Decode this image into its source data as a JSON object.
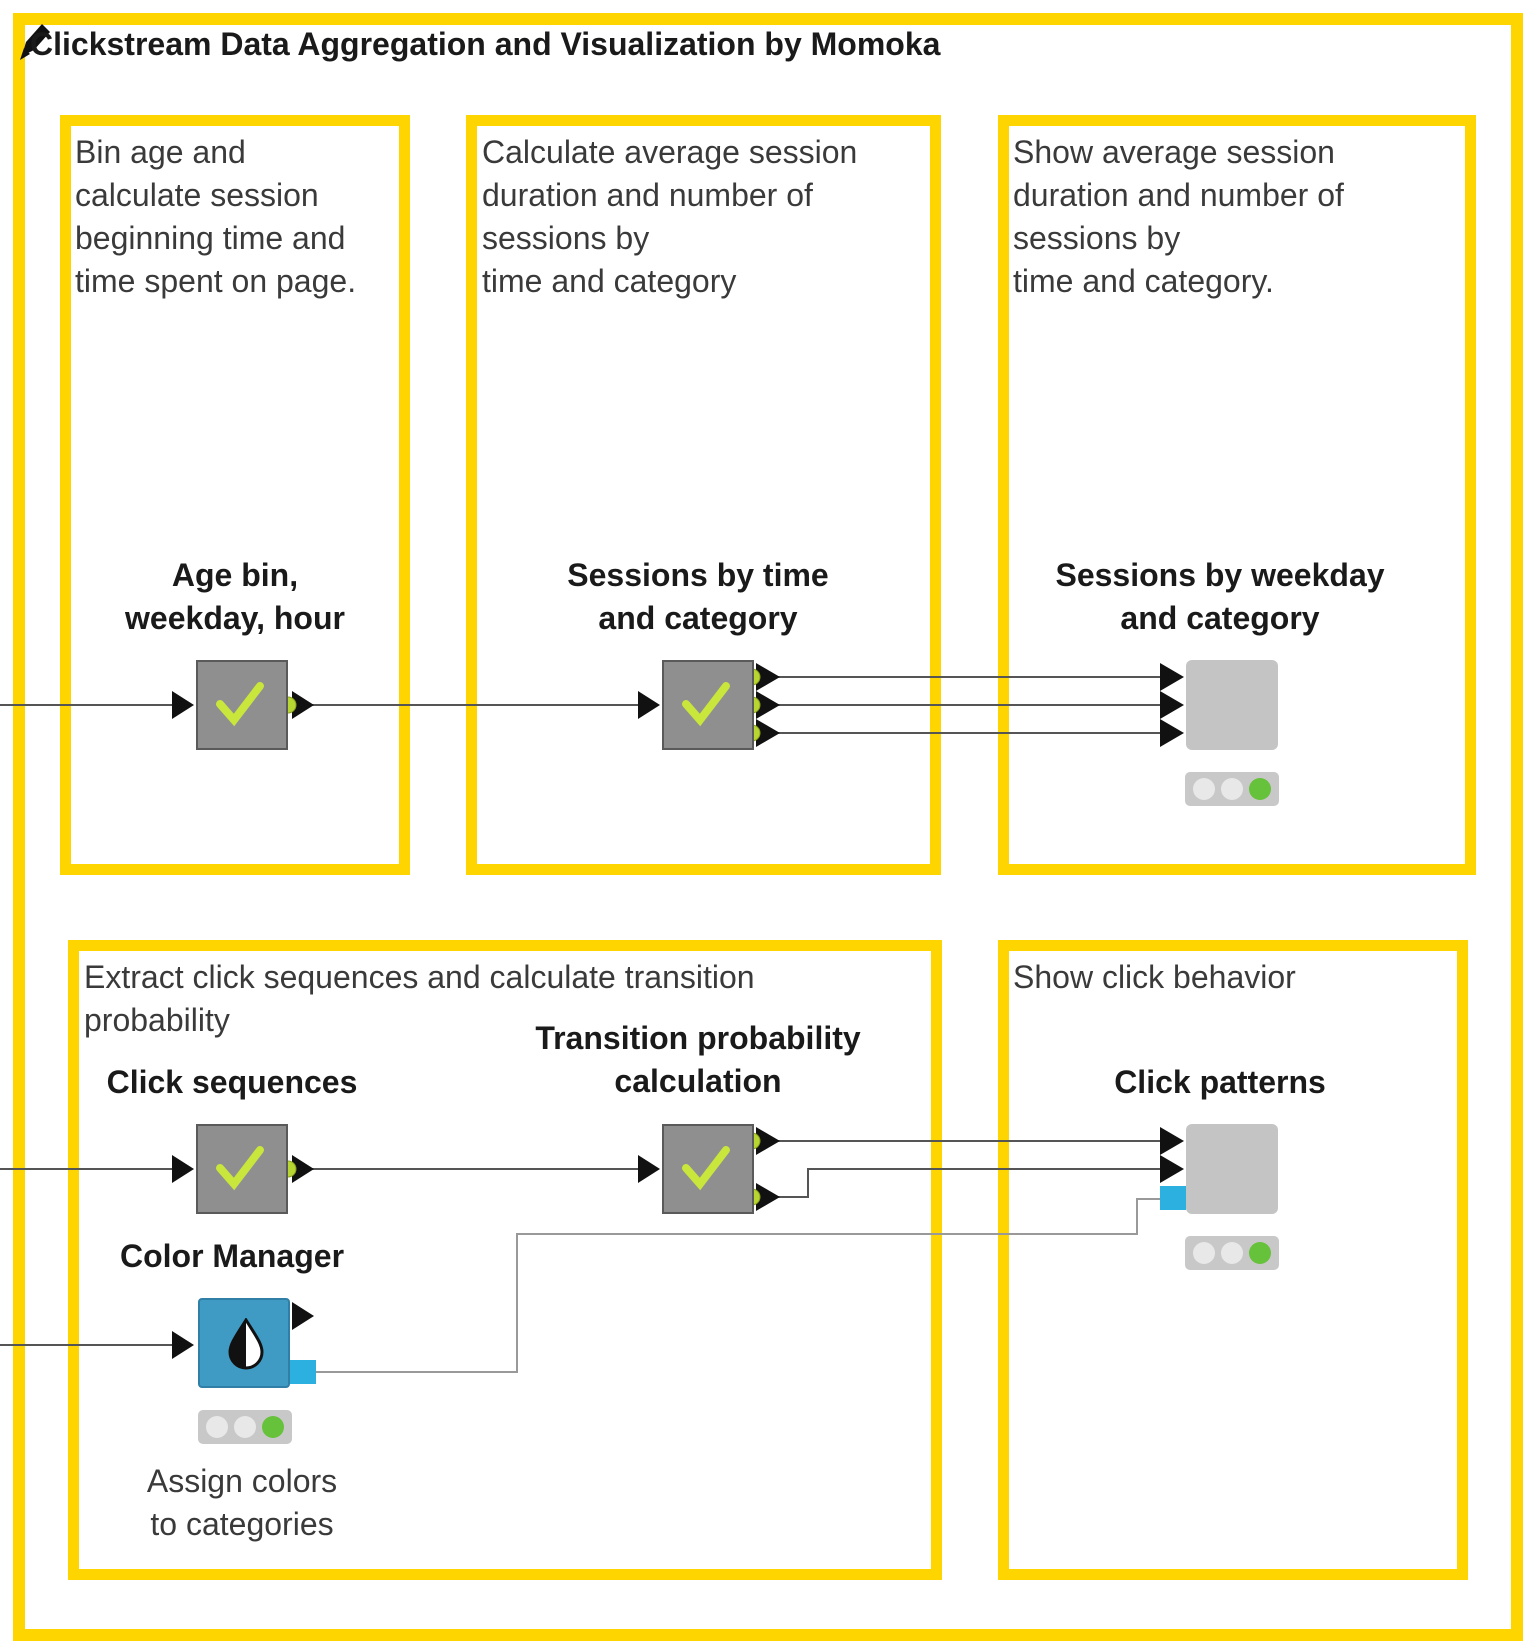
{
  "workflow": {
    "title": "Clickstream Data Aggregation and Visualization by Momoka"
  },
  "annotations": {
    "bin_age": [
      "Bin age and",
      "calculate session",
      "beginning time and",
      "time spent on page."
    ],
    "avg_session": [
      "Calculate average session",
      "duration and number of",
      "sessions by",
      "time and category"
    ],
    "show_avg": [
      "Show average session",
      "duration and number of",
      "sessions by",
      "time and category."
    ],
    "click_seq": [
      "Extract click sequences and calculate transition",
      "probability"
    ],
    "click_behavior": [
      "Show click behavior"
    ]
  },
  "nodes": {
    "age_bin": {
      "label": [
        "Age bin,",
        "weekday, hour"
      ],
      "status": "executed"
    },
    "sessions_time": {
      "label": [
        "Sessions by time",
        "and category"
      ],
      "status": "executed"
    },
    "sessions_weekday": {
      "label": [
        "Sessions by weekday",
        "and category"
      ],
      "status": "configured"
    },
    "click_sequences": {
      "label": [
        "Click sequences"
      ],
      "status": "executed"
    },
    "transition_prob": {
      "label": [
        "Transition probability",
        "calculation"
      ],
      "status": "executed"
    },
    "click_patterns": {
      "label": [
        "Click patterns"
      ],
      "status": "configured"
    },
    "color_manager": {
      "label": [
        "Color Manager"
      ],
      "description": [
        "Assign colors",
        "to categories"
      ],
      "status": "configured"
    }
  },
  "colors": {
    "annotation_border": "#ffd500",
    "node_executed": "#8f8f8f",
    "node_view": "#c4c4c4",
    "node_color_manager": "#3f9ac4",
    "port_data": "#b7d631",
    "port_color": "#2bb0e0",
    "check": "#c8e63c",
    "traffic_green": "#66c23a"
  },
  "icons": {
    "edit": "pencil-icon",
    "executed": "check-icon",
    "color_manager": "color-drop-icon"
  }
}
